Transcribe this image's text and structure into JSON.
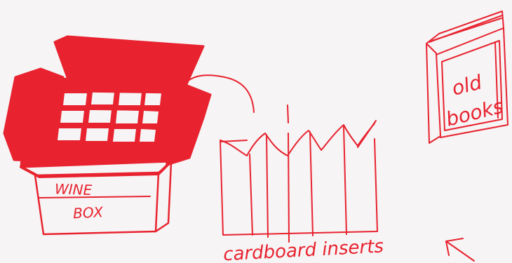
{
  "ink_color": "#e8232f",
  "paper_color": "#f6f4f5",
  "labels": {
    "wine_box": {
      "line1": "WINE",
      "line2": "BOX"
    },
    "cardboard_inserts": "cardboard inserts",
    "old_books": {
      "line1": "old",
      "line2": "books"
    }
  }
}
